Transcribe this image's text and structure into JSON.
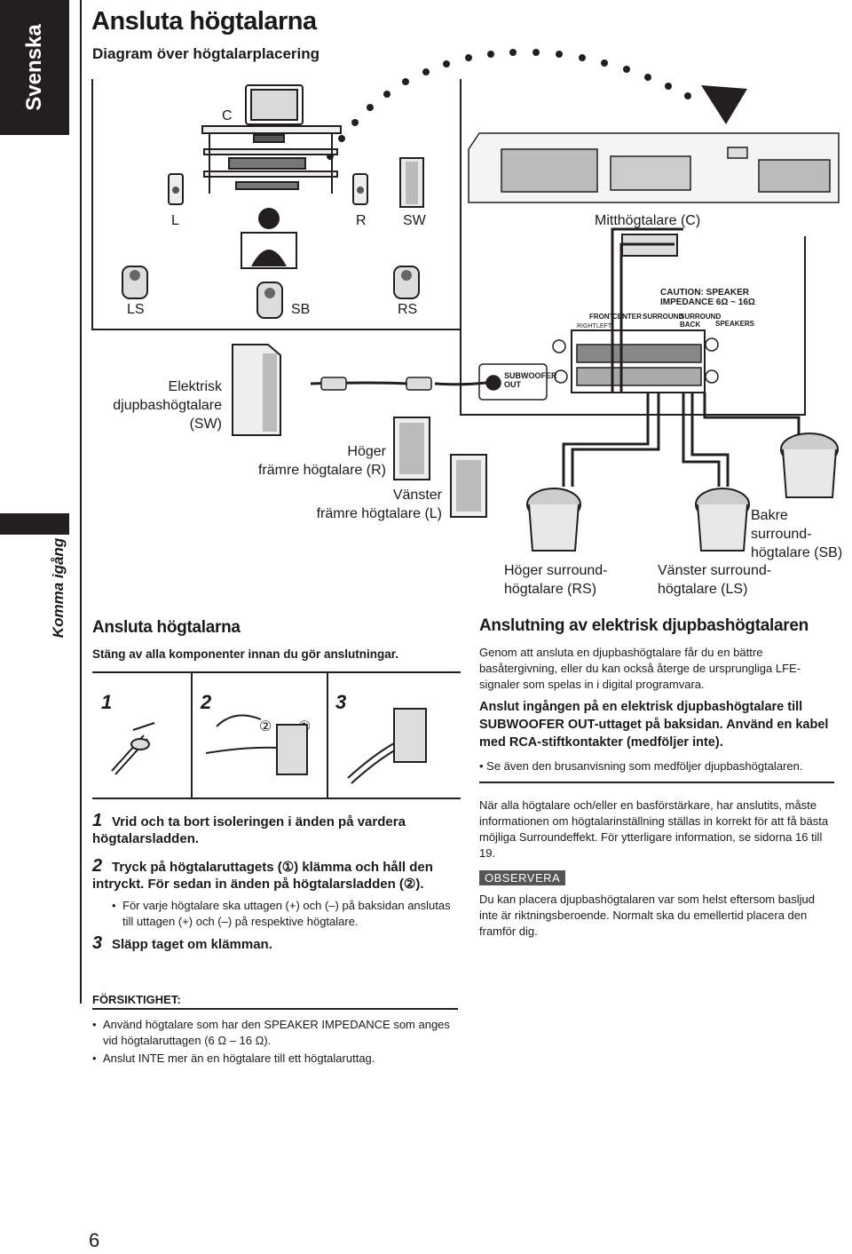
{
  "side": {
    "language": "Svenska",
    "chapter": "Komma igång"
  },
  "header": {
    "title": "Ansluta högtalarna",
    "subtitle": "Diagram över högtalarplacering"
  },
  "room": {
    "labels": {
      "C": "C",
      "L": "L",
      "R": "R",
      "SW": "SW",
      "LS": "LS",
      "SB": "SB",
      "RS": "RS"
    }
  },
  "panel": {
    "center_label": "Mitthögtalare (C)",
    "caution_line1": "CAUTION: SPEAKER",
    "caution_line2": "IMPEDANCE 6Ω ~ 16Ω",
    "front": "FRONT",
    "center": "CENTER",
    "surround": "SURROUND",
    "surround_back": "SURROUND BACK",
    "speakers": "SPEAKERS",
    "right": "RIGHT",
    "left": "LEFT",
    "subwoofer_out_1": "SUBWOOFER",
    "subwoofer_out_2": "OUT"
  },
  "diagram_labels": {
    "sw_1": "Elektrisk",
    "sw_2": "djupbashögtalare",
    "sw_3": "(SW)",
    "r_1": "Höger",
    "r_2": "främre högtalare (R)",
    "l_1": "Vänster",
    "l_2": "främre högtalare (L)",
    "sb_1": "Bakre surround-",
    "sb_2": "högtalare (SB)",
    "rs_1": "Höger surround-",
    "rs_2": "högtalare (RS)",
    "ls_1": "Vänster surround-",
    "ls_2": "högtalare (LS)"
  },
  "connect": {
    "heading": "Ansluta högtalarna",
    "pre": "Stäng av alla komponenter innan du gör anslutningar.",
    "fig_numbers": [
      "1",
      "2",
      "3"
    ],
    "circ1": "①",
    "circ2": "②",
    "steps": [
      {
        "n": "1",
        "text": "Vrid och ta bort isoleringen i änden på vardera högtalarsladden."
      },
      {
        "n": "2",
        "text": "Tryck på högtalaruttagets (①) klämma och håll den intryckt. För sedan in änden på högtalarsladden (②)."
      },
      {
        "n": "3",
        "text": "Släpp taget om klämman."
      }
    ],
    "bullet": "För varje högtalare ska uttagen (+) och (–) på baksidan anslutas till uttagen (+) och (–) på respektive högtalare."
  },
  "sub": {
    "heading": "Anslutning av elektrisk djupbashögtalaren",
    "p1": "Genom att ansluta en djupbashögtalare får du en bättre basåtergivning, eller du kan också återge de ursprungliga LFE-signaler som spelas in i digital programvara.",
    "bold": "Anslut ingången på en elektrisk djupbashögtalare till SUBWOOFER OUT-uttaget på baksidan. Använd en kabel med RCA-stiftkontakter (medföljer inte).",
    "bullet": "Se även den brusanvisning som medföljer djupbashögtalaren.",
    "p2": "När alla högtalare och/eller en basförstärkare, har anslutits, måste informationen om högtalarinställning ställas in korrekt för att få bästa möjliga Surroundeffekt. För ytterligare information, se sidorna 16 till 19.",
    "obs_label": "OBSERVERA",
    "obs_text": "Du kan placera djupbashögtalaren var som helst eftersom basljud inte är riktningsberoende. Normalt ska du emellertid placera den framför dig."
  },
  "caution": {
    "heading": "FÖRSIKTIGHET:",
    "items": [
      "Använd högtalare som har den SPEAKER IMPEDANCE som anges vid högtalaruttagen (6 Ω – 16 Ω).",
      "Anslut INTE mer än en högtalare till ett högtalaruttag."
    ]
  },
  "page_number": "6"
}
